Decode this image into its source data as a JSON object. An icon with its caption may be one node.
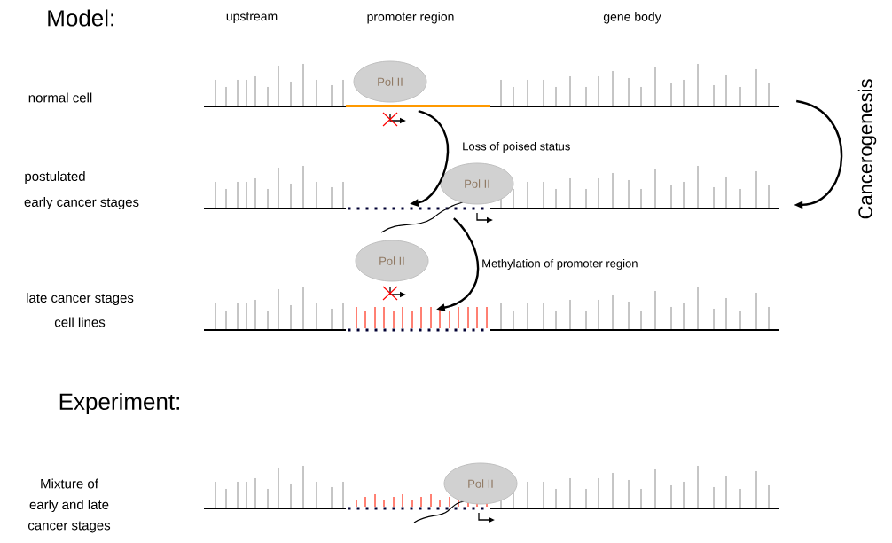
{
  "diagram": {
    "nodes": [
      {
        "text": [],
        "shape": "line"
      },
      {
        "text": [],
        "shape": "line"
      },
      {
        "text": [],
        "shape": "line"
      },
      {
        "text": [],
        "shape": "line"
      },
      {
        "text": [
          "Pol II"
        ]
      },
      {
        "text": [
          "Pol II"
        ]
      },
      {
        "text": [
          "Pol II"
        ]
      },
      {
        "text": [
          "Pol II"
        ]
      }
    ],
    "edges": [
      {
        "from": 0,
        "to": 1,
        "arrow": "to",
        "label": "Loss of poised status"
      },
      {
        "from": 1,
        "to": 2,
        "arrow": "to",
        "label": "Methylation of promoter region"
      },
      {
        "from": 0,
        "to": 1,
        "arrow": "to",
        "label": "Cancerogenesis"
      }
    ],
    "labels": [
      "Model:",
      "upstream",
      "promoter region",
      "gene body",
      "normal cell",
      "postulated",
      "early cancer stages",
      "late cancer stages",
      "cell lines",
      "Experiment:",
      "Mixture of",
      "early and late",
      "cancer stages"
    ]
  }
}
